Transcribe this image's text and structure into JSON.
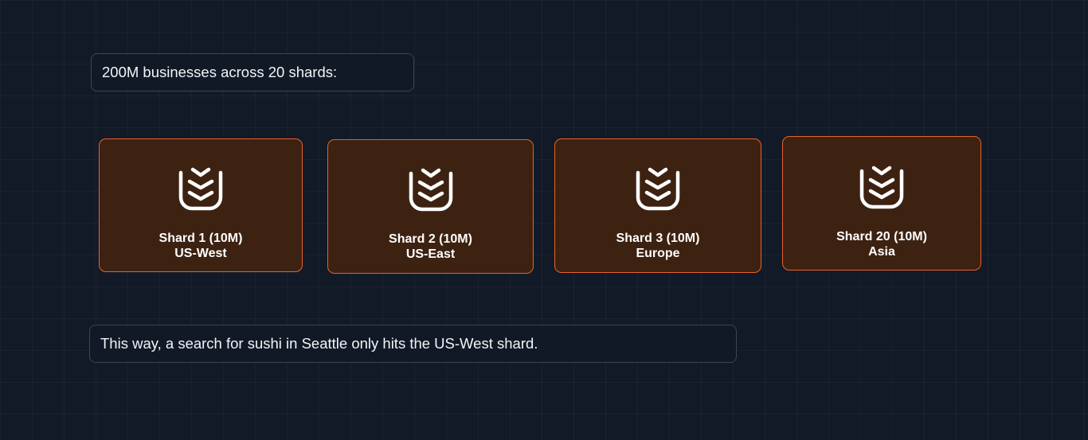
{
  "intro_text": "200M businesses across 20 shards:",
  "shards": [
    {
      "name": "Shard 1 (10M)",
      "region": "US-West",
      "icon": "database-stack-icon"
    },
    {
      "name": "Shard 2 (10M)",
      "region": "US-East",
      "icon": "database-stack-icon"
    },
    {
      "name": "Shard 3 (10M)",
      "region": "Europe",
      "icon": "database-stack-icon"
    },
    {
      "name": "Shard 20 (10M)",
      "region": "Asia",
      "icon": "database-stack-icon"
    }
  ],
  "conclusion_text": "This way, a search for sushi in Seattle only hits the US-West shard.",
  "colors": {
    "background": "#131a27",
    "card_fill": "#3d2212",
    "card_border": "#e5622a",
    "note_border": "#3e4552"
  }
}
